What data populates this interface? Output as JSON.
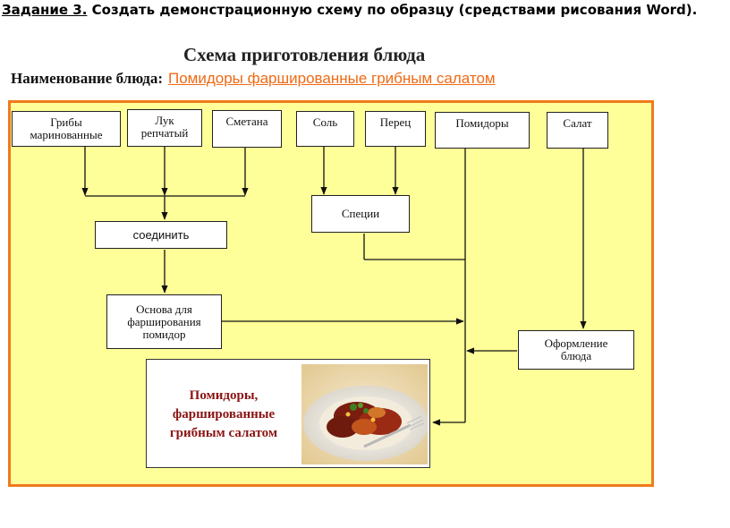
{
  "task": {
    "label": "Задание 3.",
    "text": "Создать демонстрационную схему по образцу (средствами рисования Word)."
  },
  "diagram": {
    "title": "Схема приготовления блюда",
    "dish_label": "Наименование блюда:",
    "dish_name": "Помидоры фаршированные грибным салатом",
    "ingredients": {
      "mushrooms": "Грибы\nмаринованные",
      "onion": "Лук\nрепчатый",
      "sour_cream": "Сметана",
      "salt": "Соль",
      "pepper": "Перец",
      "tomatoes": "Помидоры",
      "salad": "Салат"
    },
    "steps": {
      "combine": "соединить",
      "spices": "Специи",
      "base": "Основа для\nфарширования\nпомидор",
      "decoration": "Оформление\nблюда"
    },
    "result": "Помидоры,\nфаршированные\nгрибным салатом"
  },
  "colors": {
    "panel_fill": "#ffff99",
    "panel_border": "#f07a1c",
    "dish_name": "#f06a14",
    "result_text": "#8b1414"
  }
}
